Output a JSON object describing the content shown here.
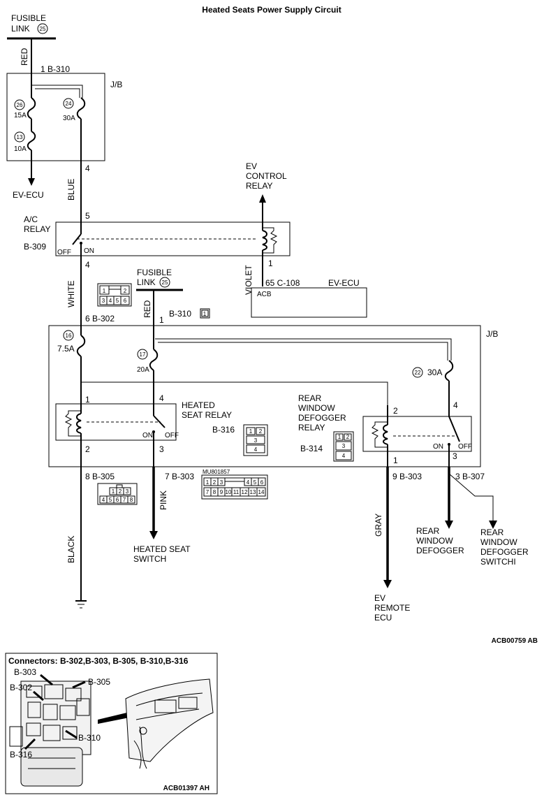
{
  "title": "Heated Seats Power Supply Circuit",
  "labels": {
    "fusible_link_top_1": "FUSIBLE",
    "fusible_link_top_2": "LINK",
    "fusible_link_num": "25",
    "wire_red_top": "RED",
    "conn_b310_top": "1  B-310",
    "jb_top": "J/B",
    "fuse26_num": "26",
    "fuse26_rating": "15A",
    "fuse24_num": "24",
    "fuse24_rating": "30A",
    "fuse13_num": "13",
    "fuse13_rating": "10A",
    "pin4_top": "4",
    "ev_ecu_left": "EV-ECU",
    "wire_blue": "BLUE",
    "ev_control_relay_1": "EV",
    "ev_control_relay_2": "CONTROL",
    "ev_control_relay_3": "RELAY",
    "pin5": "5",
    "ac_relay_1": "A/C",
    "ac_relay_2": "RELAY",
    "b309": "B-309",
    "off_left": "OFF",
    "on_left": "ON",
    "pin4_ac": "4",
    "pin1_violet": "1",
    "wire_violet": "VIOLET",
    "conn_c108": "65  C-108",
    "ev_ecu_right": "EV-ECU",
    "acb": "ACB",
    "wire_white": "WHITE",
    "fusible_link_mid_1": "FUSIBLE",
    "fusible_link_mid_2": "LINK",
    "fusible_link_mid_num": "25",
    "wire_red_mid": "RED",
    "conn_b310_mid": "B-310",
    "pin1_mid": "1",
    "b310_icon": "1",
    "conn_b302": "6  B-302",
    "conn2_cells_top": [
      "1",
      "",
      "2"
    ],
    "conn2_cells_bot": [
      "3",
      "4",
      "5",
      "6"
    ],
    "jb_mid": "J/B",
    "fuse16_num": "16",
    "fuse16_rating": "7.5A",
    "fuse17_num": "17",
    "fuse17_rating": "20A",
    "fuse22_num": "22",
    "fuse22_rating": "30A",
    "heated_pin1": "1",
    "heated_pin4": "4",
    "heated_relay_1": "HEATED",
    "heated_relay_2": "SEAT RELAY",
    "heated_on": "ON",
    "heated_off": "OFF",
    "heated_pin2": "2",
    "heated_pin3": "3",
    "b316": "B-316",
    "b316_cells": [
      "1",
      "2",
      "3",
      "4"
    ],
    "rear_relay_1": "REAR",
    "rear_relay_2": "WINDOW",
    "rear_relay_3": "DEFOGGER",
    "rear_relay_4": "RELAY",
    "b314": "B-314",
    "b314_cells": [
      "1",
      "2",
      "3",
      "4"
    ],
    "rear_pin2": "2",
    "rear_pin4": "4",
    "rear_on": "ON",
    "rear_off": "OFF",
    "rear_pin1": "1",
    "rear_pin3": "3",
    "conn_b305": "8  B-305",
    "b305_top": [
      "1",
      "2",
      "3"
    ],
    "b305_bot": [
      "4",
      "5",
      "6",
      "7",
      "8"
    ],
    "conn_b303_left": "7  B-303",
    "mu_code": "MU801857",
    "b303_top": [
      "1",
      "2",
      "3",
      "4",
      "5",
      "6"
    ],
    "b303_bot": [
      "7",
      "8",
      "9",
      "10",
      "11",
      "12",
      "13",
      "14"
    ],
    "conn_b303_right": "9  B-303",
    "conn_b307": "3  B-307",
    "wire_pink": "PINK",
    "wire_black": "BLACK",
    "wire_gray": "GRAY",
    "heated_switch_1": "HEATED SEAT",
    "heated_switch_2": "SWITCH",
    "rear_defogger_1": "REAR",
    "rear_defogger_2": "WINDOW",
    "rear_defogger_3": "DEFOGGER",
    "rear_switch_1": "REAR",
    "rear_switch_2": "WINDOW",
    "rear_switch_3": "DEFOGGER",
    "rear_switch_4": "SWITCHI",
    "ev_remote_1": "EV",
    "ev_remote_2": "REMOTE",
    "ev_remote_3": "ECU",
    "code_main": "ACB00759 AB",
    "connectors_title": "Connectors: B-302,B-303, B-305, B-310,B-316",
    "loc_b303": "B-303",
    "loc_b302": "B-302",
    "loc_b305": "B-305",
    "loc_b310": "B-310",
    "loc_b316": "B-316",
    "code_inset": "ACB01397 AH"
  }
}
